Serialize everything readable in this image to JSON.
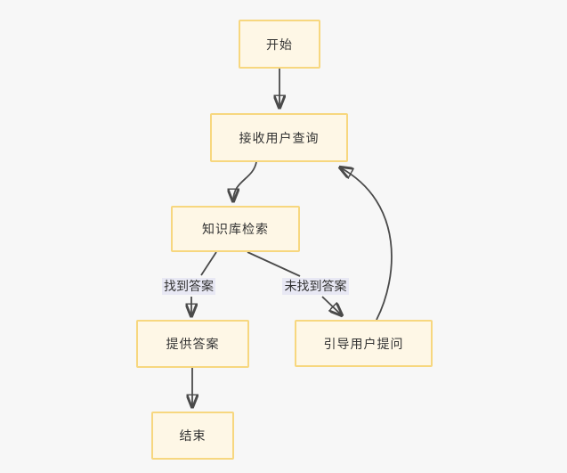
{
  "diagram": {
    "type": "flowchart",
    "direction": "top-down",
    "colors": {
      "background": "#f7f7f7",
      "node_fill": "#fef7e6",
      "node_border": "#f7d77f",
      "edge_stroke": "#4a4a4a",
      "arrowhead": "#333333",
      "edge_label_bg": "#e8e8f4",
      "text": "#333333"
    },
    "nodes": [
      {
        "id": "start",
        "label": "开始"
      },
      {
        "id": "receive-query",
        "label": "接收用户查询"
      },
      {
        "id": "kb-search",
        "label": "知识库检索"
      },
      {
        "id": "provide-answer",
        "label": "提供答案"
      },
      {
        "id": "guide-user",
        "label": "引导用户提问"
      },
      {
        "id": "end",
        "label": "结束"
      }
    ],
    "edges": [
      {
        "from": "开始",
        "to": "接收用户查询",
        "label": ""
      },
      {
        "from": "接收用户查询",
        "to": "知识库检索",
        "label": ""
      },
      {
        "from": "知识库检索",
        "to": "提供答案",
        "label": "找到答案"
      },
      {
        "from": "知识库检索",
        "to": "引导用户提问",
        "label": "未找到答案"
      },
      {
        "from": "提供答案",
        "to": "结束",
        "label": ""
      },
      {
        "from": "引导用户提问",
        "to": "接收用户查询",
        "label": ""
      }
    ]
  }
}
